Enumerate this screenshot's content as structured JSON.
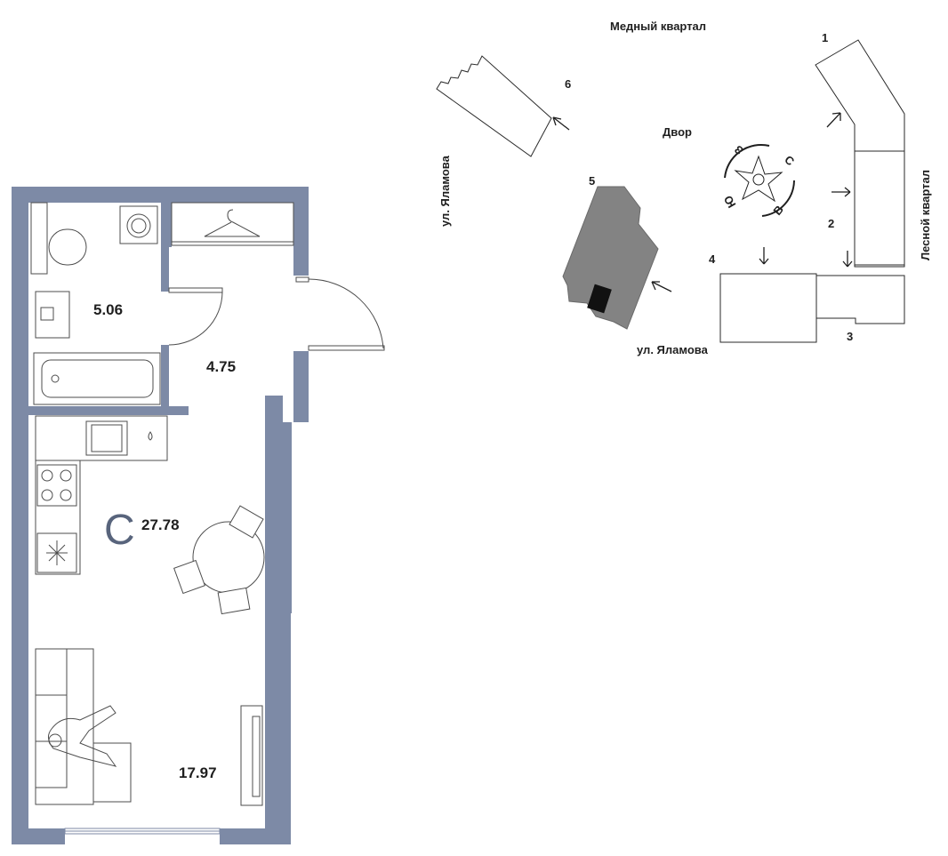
{
  "apartment": {
    "type_letter": "С",
    "total_area": "27.78",
    "rooms": {
      "bathroom_area": "5.06",
      "hall_area": "4.75",
      "living_area": "17.97"
    },
    "colors": {
      "wall": "#7d8aa6",
      "accent": "#58647c",
      "highlight_building": "#838383"
    }
  },
  "site_plan": {
    "labels": {
      "north_block": "Медный квартал",
      "yard": "Двор",
      "street_left": "ул. Яламова",
      "street_bottom": "ул. Яламова",
      "east_block": "Лесной квартал"
    },
    "building_numbers": [
      "1",
      "2",
      "3",
      "4",
      "5",
      "6"
    ],
    "compass": {
      "north": "С",
      "east": "В",
      "south": "Ю",
      "west": "З"
    }
  }
}
